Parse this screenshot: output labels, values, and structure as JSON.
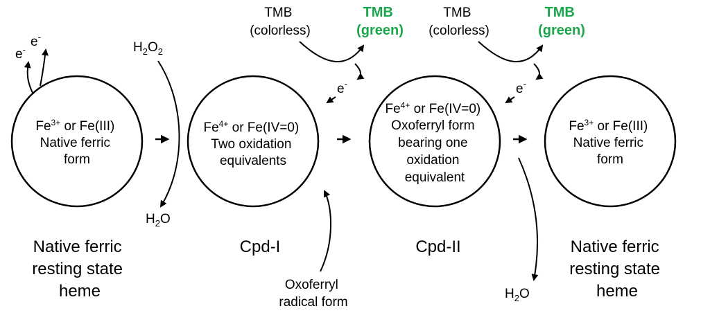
{
  "states": [
    {
      "lines": [
        {
          "base": "Fe",
          "sup": "3+",
          "rest": " or Fe(III)"
        },
        {
          "base": "Native ferric"
        },
        {
          "base": "form"
        }
      ],
      "label": [
        "Native ferric",
        "resting state",
        "heme"
      ]
    },
    {
      "lines": [
        {
          "base": "Fe",
          "sup": "4+",
          "rest": " or Fe(IV=0)"
        },
        {
          "base": "Two oxidation"
        },
        {
          "base": "equivalents"
        }
      ],
      "label": [
        "Cpd-I"
      ]
    },
    {
      "lines": [
        {
          "base": "Fe",
          "sup": "4+",
          "rest": " or Fe(IV=0)"
        },
        {
          "base": "Oxoferryl form"
        },
        {
          "base": "bearing one"
        },
        {
          "base": "oxidation"
        },
        {
          "base": "equivalent"
        }
      ],
      "label": [
        "Cpd-II"
      ]
    },
    {
      "lines": [
        {
          "base": "Fe",
          "sup": "3+",
          "rest": " or Fe(III)"
        },
        {
          "base": "Native ferric"
        },
        {
          "base": "form"
        }
      ],
      "label": [
        "Native ferric",
        "resting state",
        "heme"
      ]
    }
  ],
  "electron": {
    "base": "e",
    "sup": "-"
  },
  "h2o2": {
    "base": "H",
    "sub": "2",
    "mid": "O",
    "sub2": "2"
  },
  "water": {
    "base": "H",
    "sub": "2",
    "rest": "O"
  },
  "tmb_colorless": [
    "TMB",
    "(colorless)"
  ],
  "tmb_green": [
    "TMB",
    "(green)"
  ],
  "radical_label": [
    "Oxoferryl",
    "radical form"
  ],
  "colors": {
    "green": "#1aa64a",
    "ink": "#000000"
  }
}
